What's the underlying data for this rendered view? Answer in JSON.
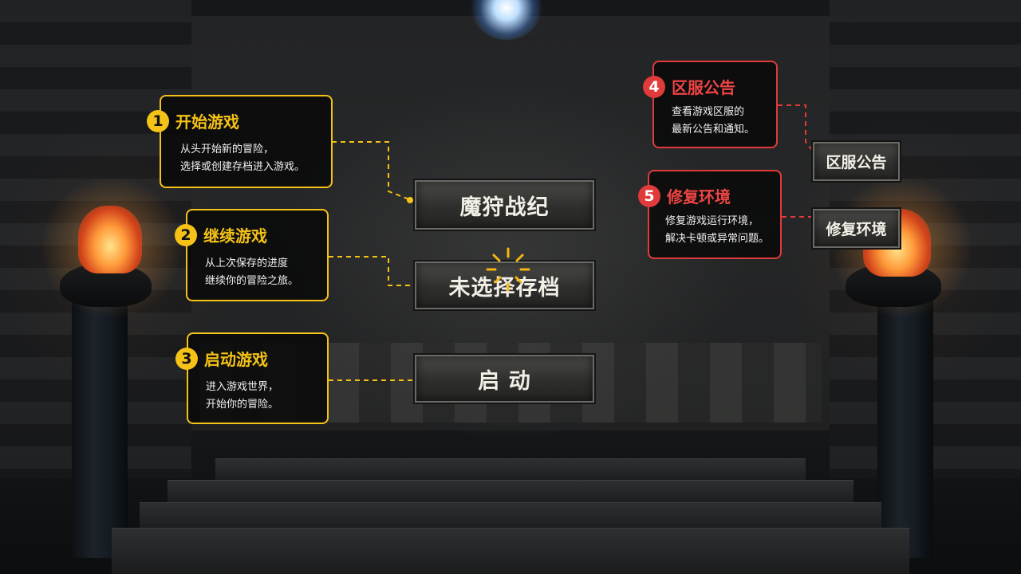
{
  "menu": {
    "title_button": "魔狩战纪",
    "save_button": "未选择存档",
    "launch_button": "启 动"
  },
  "side": {
    "announce_button": "区服公告",
    "repair_button": "修复环境"
  },
  "callouts": [
    {
      "num": "1",
      "title": "开始游戏",
      "line1": "从头开始新的冒险，",
      "line2": "选择或创建存档进入游戏。"
    },
    {
      "num": "2",
      "title": "继续游戏",
      "line1": "从上次保存的进度",
      "line2": "继续你的冒险之旅。"
    },
    {
      "num": "3",
      "title": "启动游戏",
      "line1": "进入游戏世界，",
      "line2": "开始你的冒险。"
    },
    {
      "num": "4",
      "title": "区服公告",
      "line1": "查看游戏区服的",
      "line2": "最新公告和通知。"
    },
    {
      "num": "5",
      "title": "修复环境",
      "line1": "修复游戏运行环境，",
      "line2": "解决卡顿或异常问题。"
    }
  ],
  "colors": {
    "yellow_accent": "#f5c217",
    "red_accent": "#e03a3a"
  }
}
